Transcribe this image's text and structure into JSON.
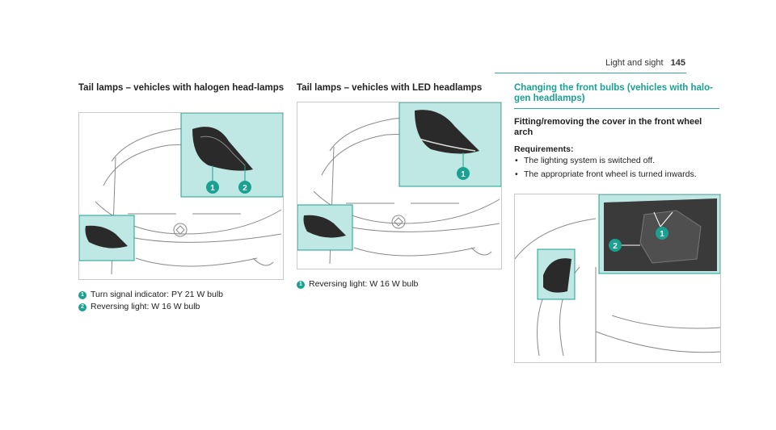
{
  "header": {
    "section": "Light and sight",
    "page": "145"
  },
  "col1": {
    "title": "Tail lamps – vehicles with halogen head-lamps",
    "callouts": [
      "1",
      "2"
    ],
    "captions": [
      {
        "num": "1",
        "text": "Turn signal indicator: PY 21 W bulb"
      },
      {
        "num": "2",
        "text": "Reversing light: W 16 W bulb"
      }
    ]
  },
  "col2": {
    "title": "Tail lamps – vehicles with LED headlamps",
    "callouts": [
      "1"
    ],
    "captions": [
      {
        "num": "1",
        "text": "Reversing light: W 16 W bulb"
      }
    ]
  },
  "col3": {
    "title": "Changing the front bulbs (vehicles with halo-gen headlamps)",
    "subtitle": "Fitting/removing the cover in the front wheel arch",
    "requirements_label": "Requirements:",
    "requirements": [
      "The lighting system is switched off.",
      "The appropriate front wheel is turned inwards."
    ],
    "callouts": [
      "1",
      "2"
    ]
  },
  "colors": {
    "accent": "#1aa191",
    "highlight": "#bfe8e4"
  }
}
